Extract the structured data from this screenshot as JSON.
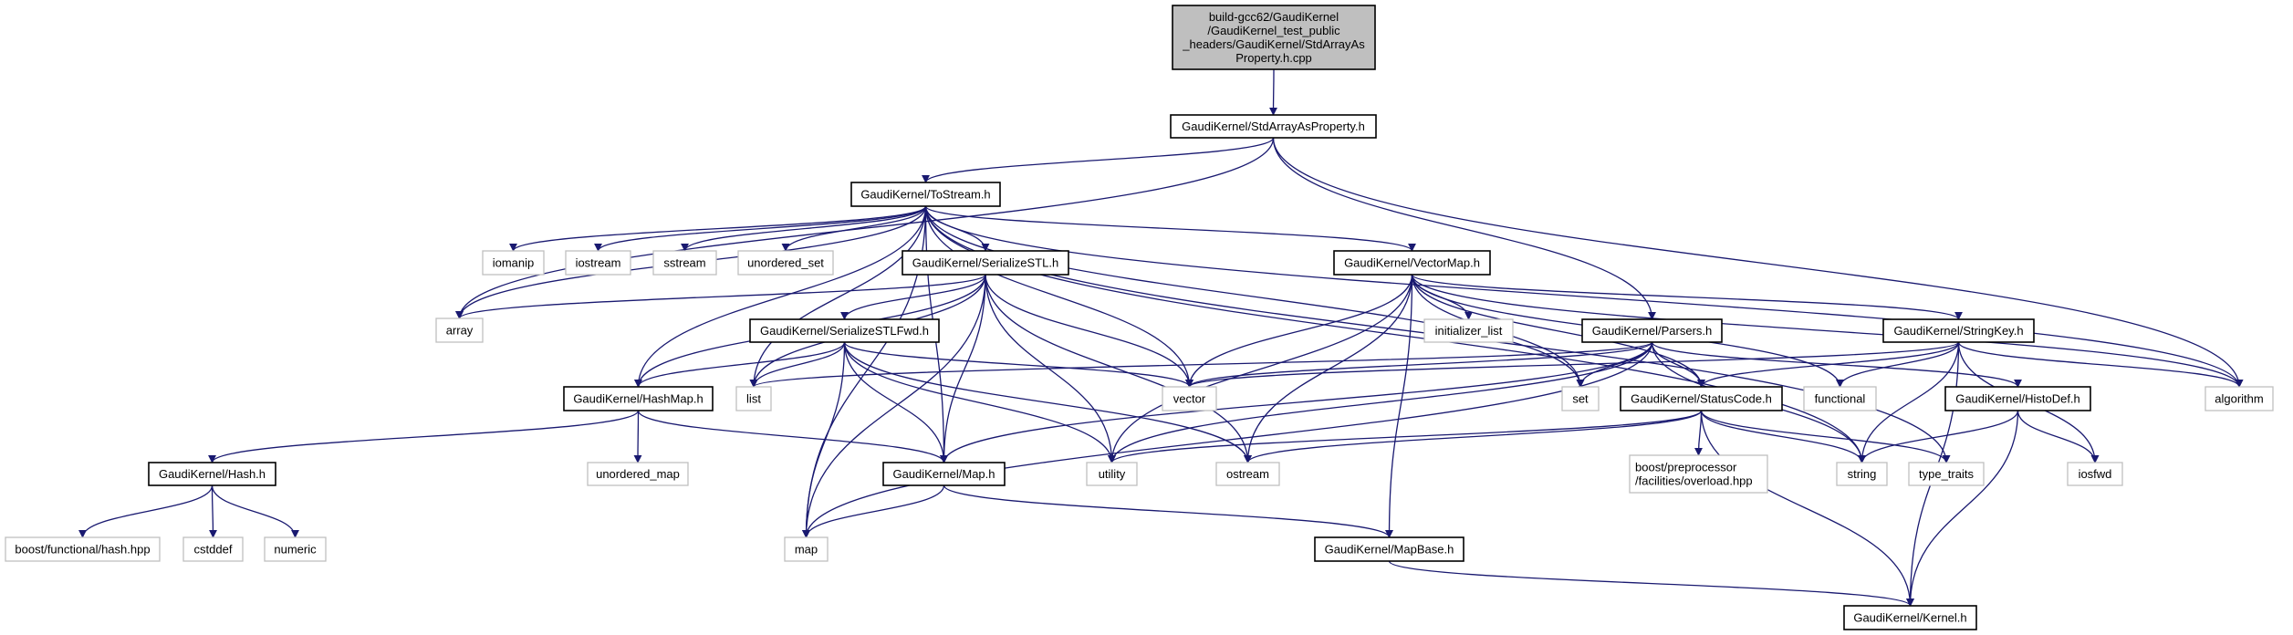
{
  "graph": {
    "type": "include-dependency-graph",
    "colors": {
      "edge": "#191970",
      "root_fill": "#bfbfbf",
      "documented_border": "#000000",
      "external_border": "#bfbfbf"
    },
    "nodes": [
      {
        "lines": [
          "build-gcc62/GaudiKernel",
          "/GaudiKernel_test_public",
          "_headers/GaudiKernel/StdArrayAs",
          "Property.h.cpp"
        ],
        "kind": "root"
      },
      {
        "lines": [
          "GaudiKernel/StdArrayAsProperty.h"
        ],
        "kind": "documented"
      },
      {
        "lines": [
          "GaudiKernel/ToStream.h"
        ],
        "kind": "documented"
      },
      {
        "lines": [
          "iomanip"
        ],
        "kind": "external"
      },
      {
        "lines": [
          "iostream"
        ],
        "kind": "external"
      },
      {
        "lines": [
          "sstream"
        ],
        "kind": "external"
      },
      {
        "lines": [
          "unordered_set"
        ],
        "kind": "external"
      },
      {
        "lines": [
          "GaudiKernel/SerializeSTL.h"
        ],
        "kind": "documented"
      },
      {
        "lines": [
          "GaudiKernel/VectorMap.h"
        ],
        "kind": "documented"
      },
      {
        "lines": [
          "array"
        ],
        "kind": "external"
      },
      {
        "lines": [
          "GaudiKernel/SerializeSTLFwd.h"
        ],
        "kind": "documented"
      },
      {
        "lines": [
          "initializer_list"
        ],
        "kind": "external"
      },
      {
        "lines": [
          "GaudiKernel/Parsers.h"
        ],
        "kind": "documented"
      },
      {
        "lines": [
          "GaudiKernel/StringKey.h"
        ],
        "kind": "documented"
      },
      {
        "lines": [
          "GaudiKernel/HashMap.h"
        ],
        "kind": "documented"
      },
      {
        "lines": [
          "list"
        ],
        "kind": "external"
      },
      {
        "lines": [
          "vector"
        ],
        "kind": "external"
      },
      {
        "lines": [
          "set"
        ],
        "kind": "external"
      },
      {
        "lines": [
          "GaudiKernel/StatusCode.h"
        ],
        "kind": "documented"
      },
      {
        "lines": [
          "functional"
        ],
        "kind": "external"
      },
      {
        "lines": [
          "GaudiKernel/HistoDef.h"
        ],
        "kind": "documented"
      },
      {
        "lines": [
          "algorithm"
        ],
        "kind": "external"
      },
      {
        "lines": [
          "GaudiKernel/Hash.h"
        ],
        "kind": "documented"
      },
      {
        "lines": [
          "unordered_map"
        ],
        "kind": "external"
      },
      {
        "lines": [
          "GaudiKernel/Map.h"
        ],
        "kind": "documented"
      },
      {
        "lines": [
          "utility"
        ],
        "kind": "external"
      },
      {
        "lines": [
          "ostream"
        ],
        "kind": "external"
      },
      {
        "lines": [
          "boost/preprocessor",
          "/facilities/overload.hpp"
        ],
        "kind": "external"
      },
      {
        "lines": [
          "string"
        ],
        "kind": "external"
      },
      {
        "lines": [
          "type_traits"
        ],
        "kind": "external"
      },
      {
        "lines": [
          "iosfwd"
        ],
        "kind": "external"
      },
      {
        "lines": [
          "boost/functional/hash.hpp"
        ],
        "kind": "external"
      },
      {
        "lines": [
          "cstddef"
        ],
        "kind": "external"
      },
      {
        "lines": [
          "numeric"
        ],
        "kind": "external"
      },
      {
        "lines": [
          "map"
        ],
        "kind": "external"
      },
      {
        "lines": [
          "GaudiKernel/MapBase.h"
        ],
        "kind": "documented"
      },
      {
        "lines": [
          "GaudiKernel/Kernel.h"
        ],
        "kind": "documented"
      }
    ],
    "edges": [
      [
        0,
        1
      ],
      [
        1,
        2
      ],
      [
        1,
        9
      ],
      [
        1,
        12
      ],
      [
        1,
        21
      ],
      [
        2,
        9
      ],
      [
        2,
        3
      ],
      [
        2,
        4
      ],
      [
        2,
        5
      ],
      [
        2,
        6
      ],
      [
        2,
        7
      ],
      [
        2,
        14
      ],
      [
        2,
        15
      ],
      [
        2,
        34
      ],
      [
        2,
        24
      ],
      [
        2,
        16
      ],
      [
        2,
        8
      ],
      [
        2,
        28
      ],
      [
        2,
        17
      ],
      [
        2,
        29
      ],
      [
        2,
        21
      ],
      [
        7,
        9
      ],
      [
        7,
        14
      ],
      [
        7,
        15
      ],
      [
        7,
        34
      ],
      [
        7,
        10
      ],
      [
        7,
        24
      ],
      [
        7,
        25
      ],
      [
        7,
        26
      ],
      [
        7,
        16
      ],
      [
        10,
        14
      ],
      [
        10,
        15
      ],
      [
        10,
        34
      ],
      [
        10,
        24
      ],
      [
        10,
        25
      ],
      [
        10,
        26
      ],
      [
        10,
        16
      ],
      [
        14,
        22
      ],
      [
        14,
        23
      ],
      [
        14,
        24
      ],
      [
        22,
        31
      ],
      [
        22,
        32
      ],
      [
        22,
        33
      ],
      [
        24,
        34
      ],
      [
        24,
        35
      ],
      [
        8,
        16
      ],
      [
        8,
        25
      ],
      [
        8,
        26
      ],
      [
        8,
        35
      ],
      [
        8,
        11
      ],
      [
        8,
        18
      ],
      [
        8,
        17
      ],
      [
        8,
        19
      ],
      [
        8,
        13
      ],
      [
        8,
        21
      ],
      [
        12,
        15
      ],
      [
        12,
        16
      ],
      [
        12,
        34
      ],
      [
        12,
        24
      ],
      [
        12,
        17
      ],
      [
        12,
        18
      ],
      [
        12,
        20
      ],
      [
        12,
        28
      ],
      [
        12,
        25
      ],
      [
        13,
        16
      ],
      [
        13,
        18
      ],
      [
        13,
        19
      ],
      [
        13,
        28
      ],
      [
        13,
        21
      ],
      [
        13,
        30
      ],
      [
        13,
        36
      ],
      [
        18,
        25
      ],
      [
        18,
        26
      ],
      [
        18,
        27
      ],
      [
        18,
        28
      ],
      [
        18,
        29
      ],
      [
        18,
        36
      ],
      [
        20,
        28
      ],
      [
        20,
        30
      ],
      [
        20,
        36
      ],
      [
        35,
        36
      ]
    ]
  }
}
